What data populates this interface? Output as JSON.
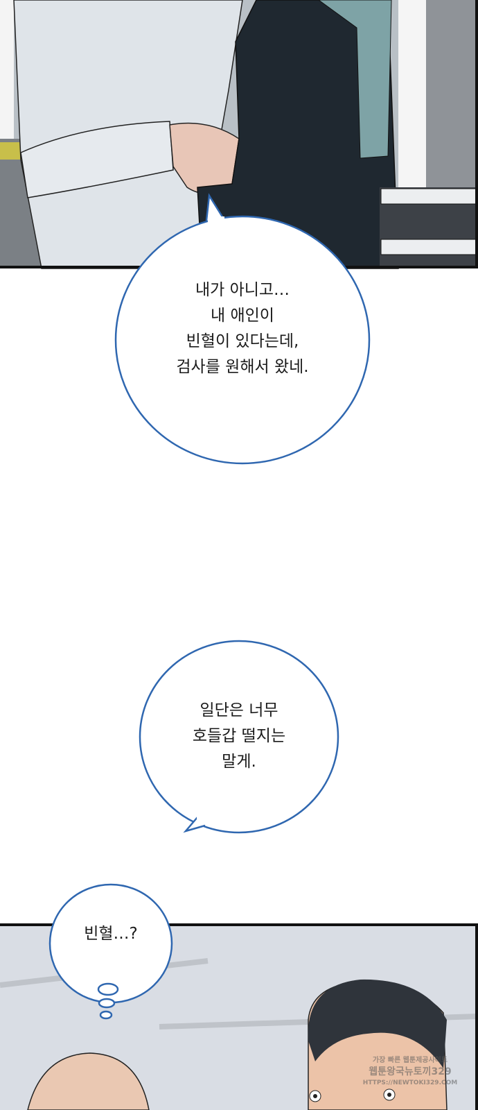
{
  "bubbles": [
    {
      "lines": [
        "내가 아니고…",
        "내 애인이",
        "빈혈이 있다는데,",
        "검사를 원해서 왔네."
      ]
    },
    {
      "lines": [
        "일단은 너무",
        "호들갑 떨지는",
        "말게."
      ]
    },
    {
      "lines": [
        "빈혈…?"
      ]
    }
  ],
  "watermark": {
    "line1": "가장 빠른 웹툰제공사이트",
    "line2": "웹툰왕국뉴토끼329",
    "line3": "HTTPS://NEWTOKI329.COM"
  },
  "colors": {
    "bubble_outline": "#2f67b0",
    "panel_border": "#111111",
    "jacket_light": "#d7dde3",
    "coat_dark": "#1e272d",
    "scarf": "#7ea3a6"
  }
}
